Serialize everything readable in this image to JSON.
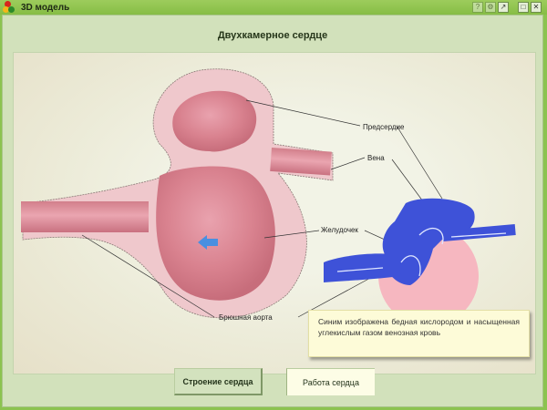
{
  "window": {
    "title": "3D модель",
    "icon": "app-logo-icon",
    "controls": [
      "help-icon",
      "settings-icon",
      "export-icon",
      "maximize-icon",
      "close-icon"
    ]
  },
  "main": {
    "heading": "Двухкамерное сердце",
    "labels": {
      "atrium": "Предсердие",
      "vein": "Вена",
      "ventricle": "Желудочек",
      "aorta": "Брюшная аорта"
    },
    "note": "Синим изображена бедная кислородом и насыщенная углекислым газом венозная кровь"
  },
  "buttons": {
    "structure": "Строение сердца",
    "function": "Работа сердца"
  },
  "colors": {
    "accent_green": "#8cc350",
    "panel": "#d2e1bb",
    "heart_pink": "#e8a0aa",
    "venous_blue": "#3e52d8",
    "note_bg": "#fdfbd8"
  }
}
